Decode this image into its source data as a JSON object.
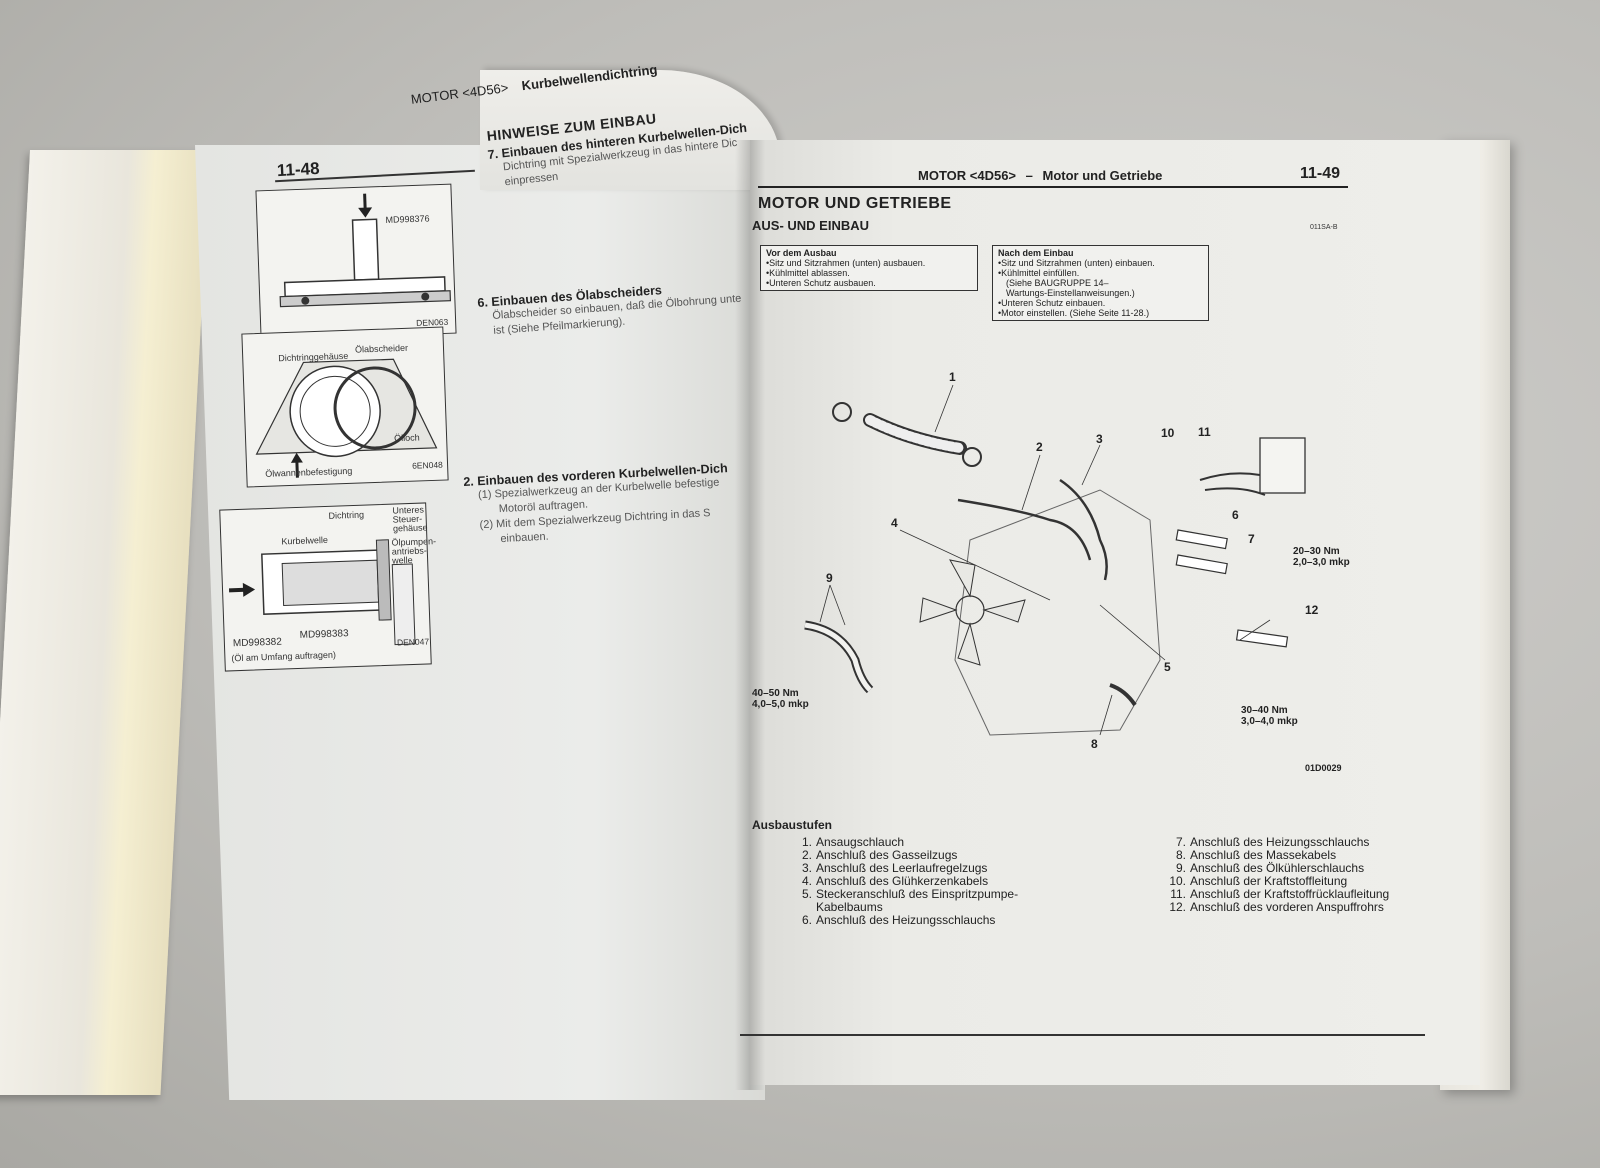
{
  "left_page": {
    "page_number": "11-48",
    "header_title": "MOTOR <4D56>",
    "header_subtitle": "Kurbelwellendichtring",
    "section_heading": "HINWEISE ZUM EINBAU",
    "steps": [
      {
        "title": "7. Einbauen des hinteren Kurbelwellen-Dich",
        "desc": [
          "Dichtring mit Spezialwerkzeug in das hintere Dic",
          "einpressen"
        ]
      },
      {
        "title": "6. Einbauen des Ölabscheiders",
        "desc": [
          "Ölabscheider so einbauen, daß die Ölbohrung unte",
          "ist (Siehe Pfeilmarkierung)."
        ]
      },
      {
        "title": "2. Einbauen des vorderen Kurbelwellen-Dich",
        "desc": [
          "(1) Spezialwerkzeug an der Kurbelwelle befestige",
          "Motoröl auftragen.",
          "(2) Mit dem Spezialwerkzeug Dichtring in das S",
          "einbauen."
        ]
      }
    ],
    "figures": {
      "fig1": {
        "tool": "MD998376",
        "code": "DEN063"
      },
      "fig2": {
        "labels": [
          "Dichtringgehäuse",
          "Ölabscheider",
          "Ölloch",
          "Ölwannenbefestigung"
        ],
        "code": "6EN048"
      },
      "fig3": {
        "labels": [
          "Dichtring",
          "Kurbelwelle",
          "Unteres Steuer- gehäuse",
          "Ölpumpen- antriebs- welle"
        ],
        "tools": [
          "MD998382",
          "MD998383"
        ],
        "note": "(Öl am Umfang auftragen)",
        "code": "DEN047"
      }
    }
  },
  "right_page": {
    "page_number": "11-49",
    "header_title": "MOTOR <4D56>",
    "header_sep": "–",
    "header_subtitle": "Motor und Getriebe",
    "title": "MOTOR UND GETRIEBE",
    "subtitle": "AUS- UND EINBAU",
    "ref_code": "011SA-B",
    "before_removal": {
      "title": "Vor dem Ausbau",
      "items": [
        "•Sitz und Sitzrahmen (unten) ausbauen.",
        "•Kühlmittel ablassen.",
        "•Unteren Schutz ausbauen."
      ]
    },
    "after_install": {
      "title": "Nach dem Einbau",
      "items": [
        "•Sitz und Sitzrahmen (unten) einbauen.",
        "•Kühlmittel einfüllen.",
        "(Siehe BAUGRUPPE 14–",
        "Wartungs-Einstellanweisungen.)",
        "•Unteren Schutz einbauen.",
        "•Motor einstellen. (Siehe Seite 11-28.)"
      ]
    },
    "diagram": {
      "code": "01D0029",
      "part_numbers": [
        "1",
        "2",
        "3",
        "4",
        "5",
        "6",
        "7",
        "8",
        "9",
        "10",
        "11",
        "12"
      ],
      "torques": [
        {
          "nm": "20–30 Nm",
          "mkp": "2,0–3,0 mkp"
        },
        {
          "nm": "40–50 Nm",
          "mkp": "4,0–5,0 mkp"
        },
        {
          "nm": "30–40 Nm",
          "mkp": "3,0–4,0 mkp"
        }
      ]
    },
    "removal_steps_title": "Ausbaustufen",
    "removal_steps_left": [
      {
        "n": "1.",
        "text": "Ansaugschlauch"
      },
      {
        "n": "2.",
        "text": "Anschluß des Gasseilzugs"
      },
      {
        "n": "3.",
        "text": "Anschluß des Leerlaufregelzugs"
      },
      {
        "n": "4.",
        "text": "Anschluß des Glühkerzenkabels"
      },
      {
        "n": "5.",
        "text": "Steckeranschluß des Einspritzpumpe-"
      },
      {
        "n": "",
        "text": "Kabelbaums"
      },
      {
        "n": "6.",
        "text": "Anschluß des Heizungsschlauchs"
      }
    ],
    "removal_steps_right": [
      {
        "n": "7.",
        "text": "Anschluß des Heizungsschlauchs"
      },
      {
        "n": "8.",
        "text": "Anschluß des Massekabels"
      },
      {
        "n": "9.",
        "text": "Anschluß des Ölkühlerschlauchs"
      },
      {
        "n": "10.",
        "text": "Anschluß der Kraftstoffleitung"
      },
      {
        "n": "11.",
        "text": "Anschluß der Kraftstoffrücklaufleitung"
      },
      {
        "n": "12.",
        "text": "Anschluß des vorderen Anspuffrohrs"
      }
    ]
  }
}
